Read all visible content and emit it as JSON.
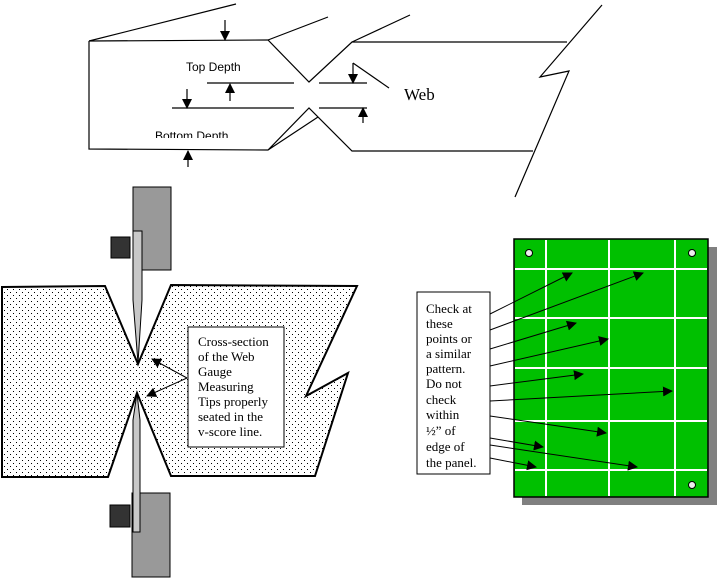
{
  "top_diagram": {
    "top_depth_label": "Top Depth",
    "bottom_depth_label": "Bottom Depth",
    "web_label": "Web"
  },
  "cross_section": {
    "callout_lines": [
      "Cross-section",
      "of  the Web",
      "Gauge",
      "Measuring",
      "Tips properly",
      "seated in the",
      "v-score line."
    ]
  },
  "panel": {
    "callout_lines": [
      "Check at",
      "these",
      "points or",
      "a similar",
      "pattern.",
      "Do not",
      "check",
      "within",
      "½” of",
      "edge of",
      "the panel."
    ],
    "panel_color": "#00c000",
    "shadow_color": "#808080"
  }
}
